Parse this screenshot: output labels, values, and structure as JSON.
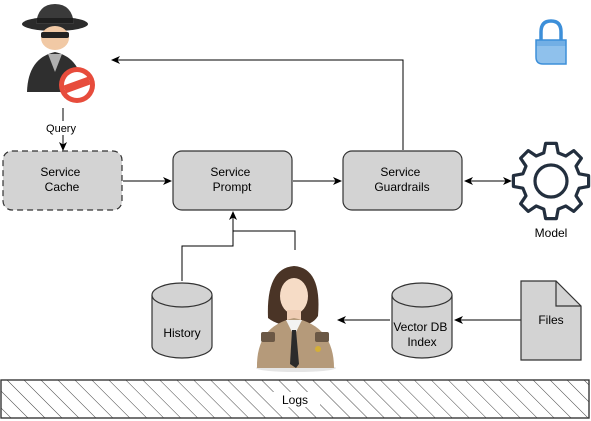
{
  "diagram": {
    "nodes": {
      "cache_label": [
        "Service",
        "Cache"
      ],
      "prompt_label": [
        "Service",
        "Prompt"
      ],
      "guardrails_label": [
        "Service",
        "Guardrails"
      ],
      "history_label": "History",
      "vectordb_label": [
        "Vector DB",
        "Index"
      ],
      "files_label": "Files",
      "model_label": "Model",
      "logs_label": "Logs"
    },
    "edges": {
      "query_label": "Query"
    },
    "icons": {
      "attacker": "attacker-spy-icon",
      "no_entry": "no-entry-icon",
      "lock": "lock-icon",
      "model": "gear-icon",
      "user": "user-officer-icon"
    },
    "colors": {
      "box_fill": "#d3d3d3",
      "box_stroke": "#333333",
      "lock_blue": "#3d8fd9",
      "gear_stroke": "#232f3e",
      "no_entry_red": "#e74c3c"
    }
  }
}
